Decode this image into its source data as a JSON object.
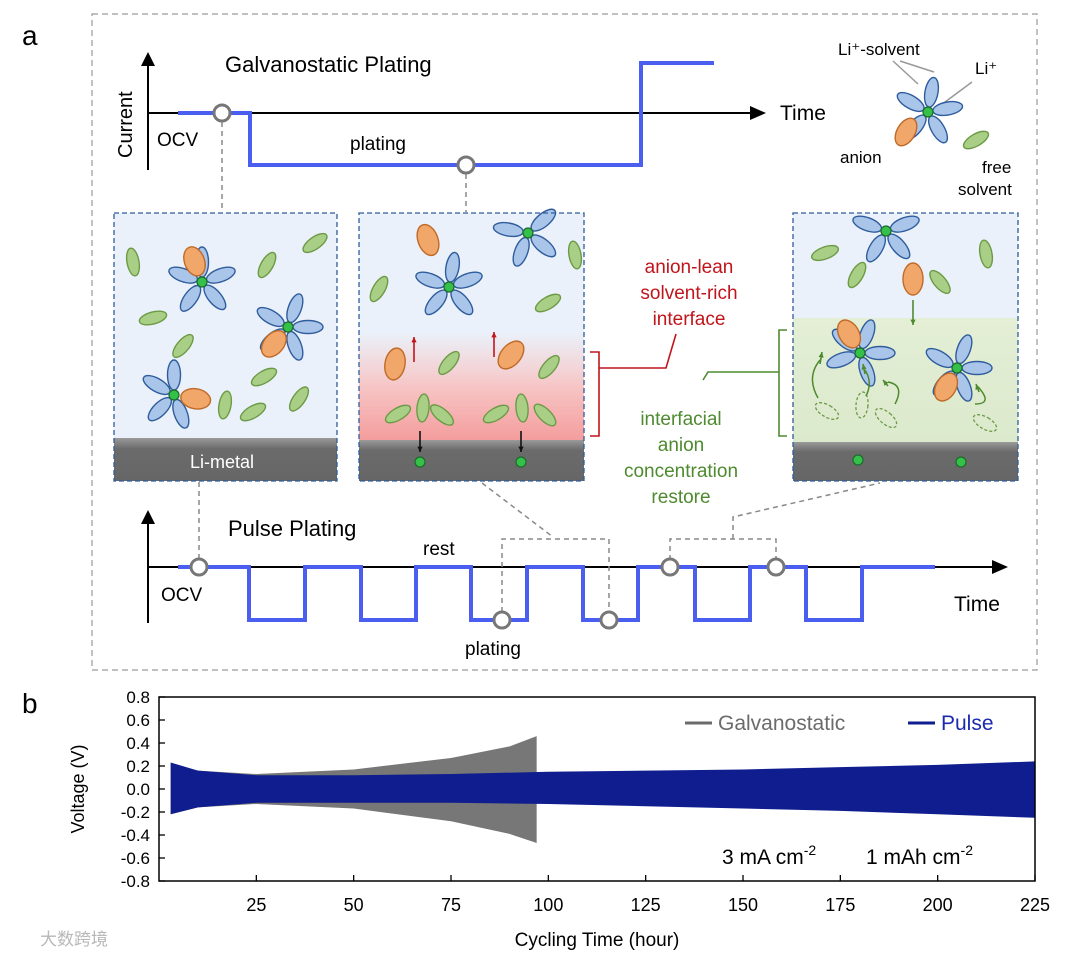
{
  "panel_a": {
    "letter": "a",
    "galvanostatic": {
      "title": "Galvanostatic Plating",
      "y_axis": "Current",
      "x_axis": "Time",
      "ocv_label": "OCV",
      "plating_label": "plating"
    },
    "legend": {
      "li_solvent": "Li⁺-solvent",
      "li_ion": "Li⁺",
      "anion": "anion",
      "free_solvent_1": "free",
      "free_solvent_2": "solvent"
    },
    "li_metal_label": "Li-metal",
    "anion_lean": [
      "anion-lean",
      "solvent-rich",
      "interface"
    ],
    "restore": [
      "interfacial",
      "anion",
      "concentration",
      "restore"
    ],
    "pulse": {
      "title": "Pulse Plating",
      "x_axis": "Time",
      "ocv_label": "OCV",
      "rest_label": "rest",
      "plating_label": "plating"
    },
    "colors": {
      "waveform": "#4a5ef0",
      "solvent_fill": "#a8cf85",
      "solvent_stroke": "#6d9a47",
      "li_solvent_fill": "#a9c6ea",
      "li_solvent_stroke": "#2f5c9c",
      "anion_fill": "#f1a66a",
      "anion_stroke": "#c06a28",
      "li_fill": "#35c04a",
      "li_metal": "#6b6b6b",
      "red_text": "#c0151b",
      "green_text": "#4e8a2f"
    }
  },
  "panel_b": {
    "letter": "b",
    "legend": {
      "galvanostatic": "Galvanostatic",
      "pulse": "Pulse"
    },
    "annotation_current": "3 mA cm",
    "annotation_current_exp": "-2",
    "annotation_capacity": "1 mAh cm",
    "annotation_capacity_exp": "-2",
    "chart_data": {
      "type": "area",
      "xlabel": "Cycling Time (hour)",
      "ylabel": "Voltage (V)",
      "xlim": [
        0,
        225
      ],
      "ylim": [
        -0.8,
        0.8
      ],
      "x_ticks": [
        25,
        50,
        75,
        100,
        125,
        150,
        175,
        200,
        225
      ],
      "y_ticks": [
        0.8,
        0.6,
        0.4,
        0.2,
        0.0,
        -0.2,
        -0.4,
        -0.6,
        -0.8
      ],
      "legend_position": "top-right",
      "series": [
        {
          "name": "Galvanostatic",
          "color": "#777777",
          "x": [
            3,
            10,
            25,
            50,
            75,
            90,
            97
          ],
          "upper": [
            0.22,
            0.16,
            0.13,
            0.17,
            0.27,
            0.37,
            0.46
          ],
          "lower": [
            -0.22,
            -0.16,
            -0.13,
            -0.17,
            -0.28,
            -0.39,
            -0.47
          ]
        },
        {
          "name": "Pulse",
          "color": "#0f1d8e",
          "x": [
            3,
            10,
            25,
            50,
            75,
            100,
            125,
            150,
            175,
            200,
            225
          ],
          "upper": [
            0.23,
            0.16,
            0.12,
            0.12,
            0.13,
            0.15,
            0.16,
            0.17,
            0.19,
            0.21,
            0.24
          ],
          "lower": [
            -0.22,
            -0.16,
            -0.12,
            -0.12,
            -0.12,
            -0.13,
            -0.15,
            -0.17,
            -0.19,
            -0.22,
            -0.25
          ]
        }
      ]
    }
  },
  "watermark": "大数跨境"
}
